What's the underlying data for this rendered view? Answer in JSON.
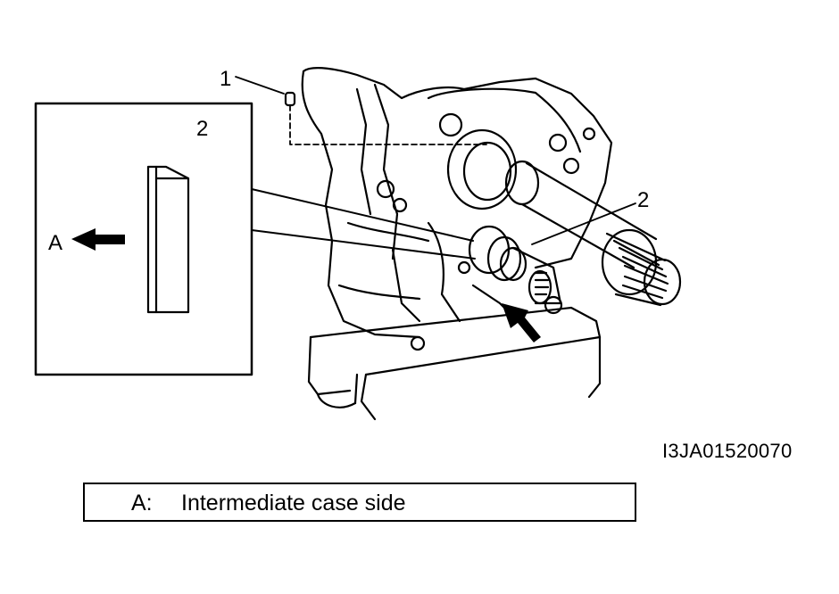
{
  "callouts": {
    "part_1": "1",
    "part_2_inset": "2",
    "part_2_main": "2",
    "direction_a": "A"
  },
  "figure_id": "I3JA01520070",
  "legend": {
    "key": "A:",
    "text": "Intermediate case side"
  }
}
